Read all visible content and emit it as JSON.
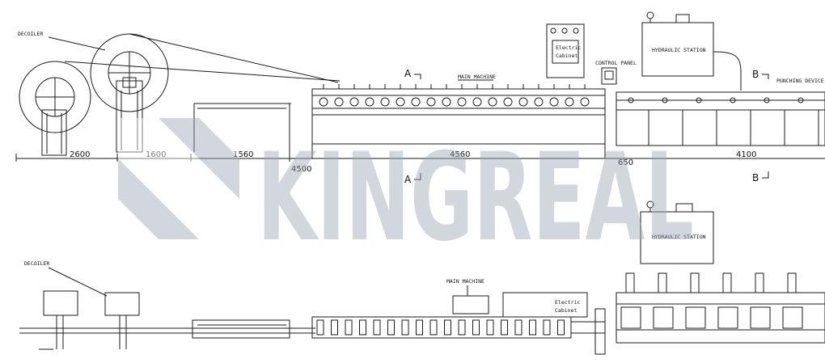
{
  "labels": {
    "decoiler_top": "DECOILER",
    "main_machine_top": "MAIN MACHINE",
    "section_a_top": "A",
    "section_a_bottom": "A",
    "electric_cabinet_line1": "Electric",
    "electric_cabinet_line2": "Cabinet",
    "control_panel": "CONTROL PANEL",
    "hydraulic_station_top": "HYDRAULIC STATION",
    "section_b_top": "B",
    "section_b_bottom": "B",
    "punching_device": "PUNCHING DEVICE",
    "hydraulic_station_bottom": "HYDRAULIC STATION",
    "decoiler_bottom": "DECOILER",
    "main_machine_bottom": "MAIN MACHINE",
    "electric_cabinet_bottom_line1": "Electric",
    "electric_cabinet_bottom_line2": "Cabinet"
  },
  "dimensions": {
    "d2600": "2600",
    "d1600": "1600",
    "d1560": "1560",
    "d4500": "4500",
    "d4560": "4560",
    "d650": "650",
    "d4100": "4100"
  },
  "watermark": {
    "text": "KINGREAL",
    "color": "#9aa7b2"
  },
  "colors": {
    "line": "#1a1a1a",
    "background": "#ffffff"
  }
}
